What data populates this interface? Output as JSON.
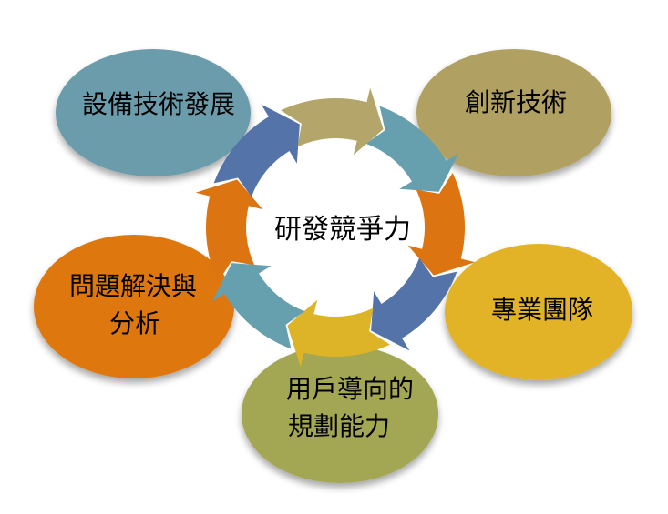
{
  "center": {
    "label": "研發競爭力"
  },
  "nodes": [
    {
      "id": "equipment",
      "lines": [
        "設備技術發展"
      ],
      "color": "#6a9cab"
    },
    {
      "id": "innovation",
      "lines": [
        "創新技術"
      ],
      "color": "#b0a163"
    },
    {
      "id": "team",
      "lines": [
        "專業團隊"
      ],
      "color": "#e2b325"
    },
    {
      "id": "user",
      "lines": [
        "用戶導向的",
        "規劃能力"
      ],
      "color": "#a3a653"
    },
    {
      "id": "problem",
      "lines": [
        "問題解決與",
        "分析"
      ],
      "color": "#de770a"
    }
  ],
  "cycle_colors": [
    "#66a0ae",
    "#dc7511",
    "#5473a9",
    "#ddb328",
    "#66a0ae",
    "#dc7511",
    "#5473a9",
    "#b4a66a"
  ]
}
